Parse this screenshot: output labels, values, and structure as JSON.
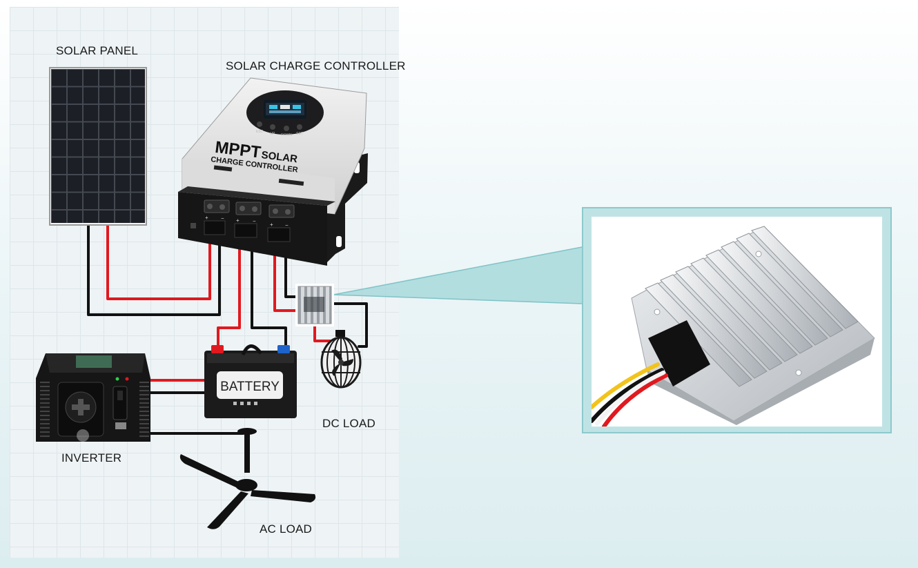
{
  "labels": {
    "solar_panel": "SOLAR PANEL",
    "controller": "SOLAR CHARGE CONTROLLER",
    "inverter": "INVERTER",
    "dc_load": "DC LOAD",
    "ac_load": "AC LOAD",
    "battery": "BATTERY",
    "mppt_big": "MPPT",
    "mppt_solar": "SOLAR",
    "mppt_sub": "CHARGE CONTROLLER",
    "lcd_buttons": [
      "ESC",
      "UP",
      "DOWN",
      "SET"
    ]
  },
  "colors": {
    "positive_wire": "#e0191f",
    "negative_wire": "#111111",
    "callout": "#9fd6d8",
    "callout_border": "#8cc9cc",
    "panel_cell": "#2a2d33"
  },
  "icons": [
    "solar-panel-image",
    "charge-controller-image",
    "battery-image",
    "inverter-image",
    "fan-image",
    "ceiling-fan-image",
    "dc-converter-image"
  ]
}
